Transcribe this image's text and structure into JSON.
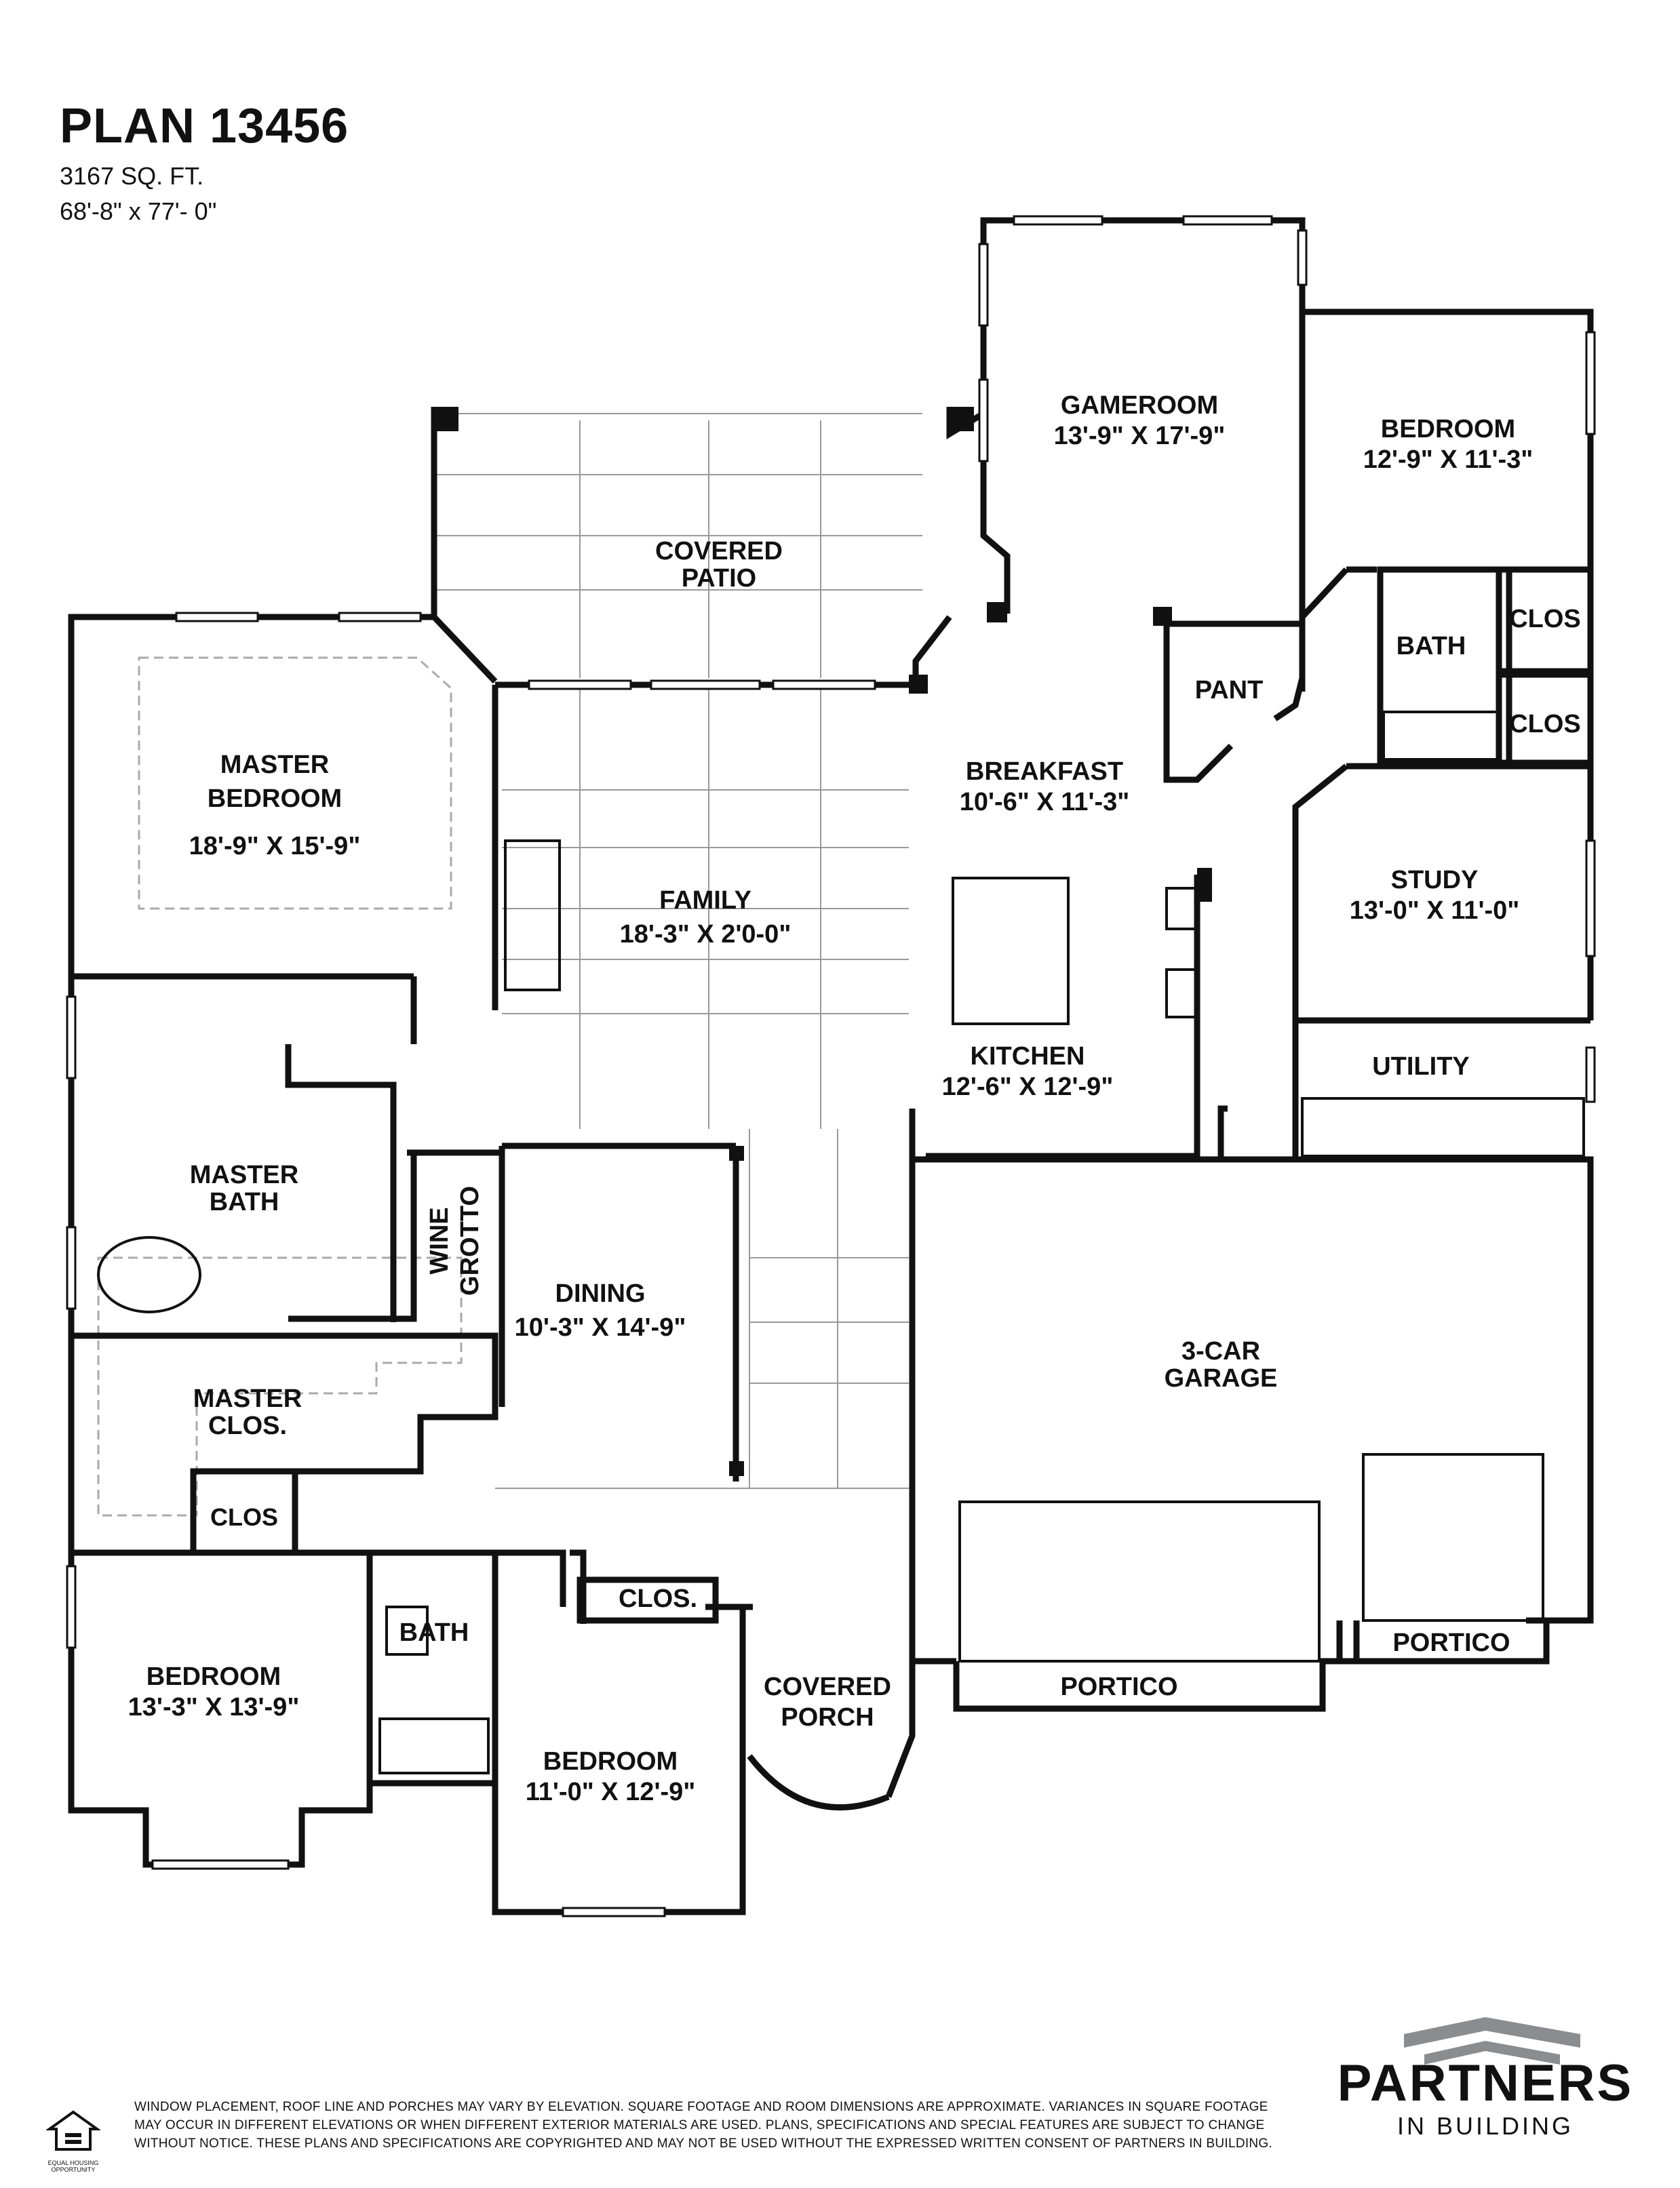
{
  "header": {
    "plan_title": "PLAN 13456",
    "square_feet": "3167 SQ. FT.",
    "dimensions": "68'-8\" x 77'- 0\""
  },
  "rooms": {
    "gameroom": {
      "name": "GAMEROOM",
      "size": "13'-9\" X 17'-9\""
    },
    "bedroom_ne": {
      "name": "BEDROOM",
      "size": "12'-9\" X 11'-3\""
    },
    "covered_patio": {
      "name": "COVERED",
      "name2": "PATIO"
    },
    "bath_ne": {
      "name": "BATH"
    },
    "clos_ne1": {
      "name": "CLOS"
    },
    "clos_ne2": {
      "name": "CLOS"
    },
    "pant": {
      "name": "PANT"
    },
    "breakfast": {
      "name": "BREAKFAST",
      "size": "10'-6\" X 11'-3\""
    },
    "master_bedroom": {
      "name": "MASTER",
      "name2": "BEDROOM",
      "size": "18'-9\" X 15'-9\""
    },
    "family": {
      "name": "FAMILY",
      "size": "18'-3\" X 2'0-0\""
    },
    "study": {
      "name": "STUDY",
      "size": "13'-0\" X 11'-0\""
    },
    "kitchen": {
      "name": "KITCHEN",
      "size": "12'-6\" X 12'-9\""
    },
    "utility": {
      "name": "UTILITY"
    },
    "master_bath": {
      "name": "MASTER",
      "name2": "BATH"
    },
    "wine_grotto": {
      "name": "WINE",
      "name2": "GROTTO"
    },
    "dining": {
      "name": "DINING",
      "size": "10'-3\" X 14'-9\""
    },
    "garage": {
      "name": "3-CAR",
      "name2": "GARAGE"
    },
    "master_clos": {
      "name": "MASTER",
      "name2": "CLOS."
    },
    "clos_w": {
      "name": "CLOS"
    },
    "bedroom_sw": {
      "name": "BEDROOM",
      "size": "13'-3\" X 13'-9\""
    },
    "bath_s": {
      "name": "BATH"
    },
    "clos_s": {
      "name": "CLOS."
    },
    "covered_porch": {
      "name": "COVERED",
      "name2": "PORCH"
    },
    "bedroom_s": {
      "name": "BEDROOM",
      "size": "11'-0\" X 12'-9\""
    },
    "portico_left": {
      "name": "PORTICO"
    },
    "portico_right": {
      "name": "PORTICO"
    }
  },
  "footer": {
    "disclaimer": "Window placement, roof line and porches may vary by elevation. Square footage and room dimensions are approximate. Variances in square footage may occur in different elevations or when different exterior materials are used. Plans, specifications and special features are subject to change without notice. These plans and specifications are copyrighted and may not be used without the expressed written consent of Partners in Building.",
    "eho_text": "EQUAL HOUSING OPPORTUNITY"
  },
  "logo": {
    "name": "PARTNERS",
    "sub": "IN BUILDING",
    "accent_color": "#8a8d90"
  }
}
